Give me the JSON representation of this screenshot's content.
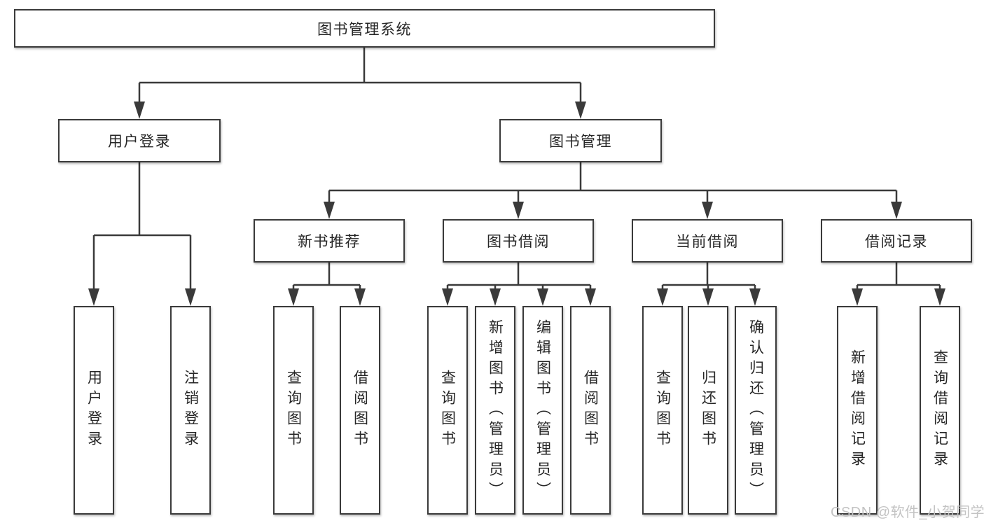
{
  "colors": {
    "bg": "#ffffff",
    "line": "#3a3a3a",
    "border": "#3a3a3a",
    "text": "#262626",
    "watermark": "#c3c3c3"
  },
  "tree": {
    "label": "图书管理系统",
    "children": [
      {
        "label": "用户登录",
        "children": [
          {
            "label": "用户登录"
          },
          {
            "label": "注销登录"
          }
        ]
      },
      {
        "label": "图书管理",
        "children": [
          {
            "label": "新书推荐",
            "children": [
              {
                "label": "查询图书"
              },
              {
                "label": "借阅图书"
              }
            ]
          },
          {
            "label": "图书借阅",
            "children": [
              {
                "label": "查询图书"
              },
              {
                "label": "新增图书（管理员）"
              },
              {
                "label": "编辑图书（管理员）"
              },
              {
                "label": "借阅图书"
              }
            ]
          },
          {
            "label": "当前借阅",
            "children": [
              {
                "label": "查询图书"
              },
              {
                "label": "归还图书"
              },
              {
                "label": "确认归还（管理员）"
              }
            ]
          },
          {
            "label": "借阅记录",
            "children": [
              {
                "label": "新增借阅记录"
              },
              {
                "label": "查询借阅记录"
              }
            ]
          }
        ]
      }
    ]
  },
  "watermark": {
    "text": "CSDN @软件_小贺同学"
  }
}
